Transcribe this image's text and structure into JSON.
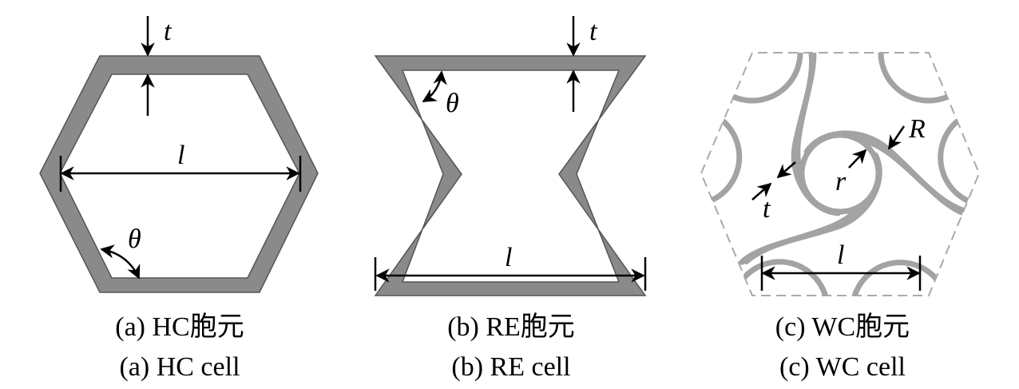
{
  "panels": [
    {
      "symbols": {
        "t": "t",
        "theta": "θ",
        "l": "l"
      },
      "caption_cn": "(a) HC胞元",
      "caption_en": "(a) HC cell"
    },
    {
      "symbols": {
        "t": "t",
        "theta": "θ",
        "l": "l"
      },
      "caption_cn": "(b) RE胞元",
      "caption_en": "(b) RE cell"
    },
    {
      "symbols": {
        "t": "t",
        "R": "R",
        "r": "r",
        "l": "l"
      },
      "caption_cn": "(c) WC胞元",
      "caption_en": "(c) WC cell"
    }
  ],
  "colors": {
    "wall": "#8a8a8a",
    "wc_ligament": "#a3a3a3"
  }
}
